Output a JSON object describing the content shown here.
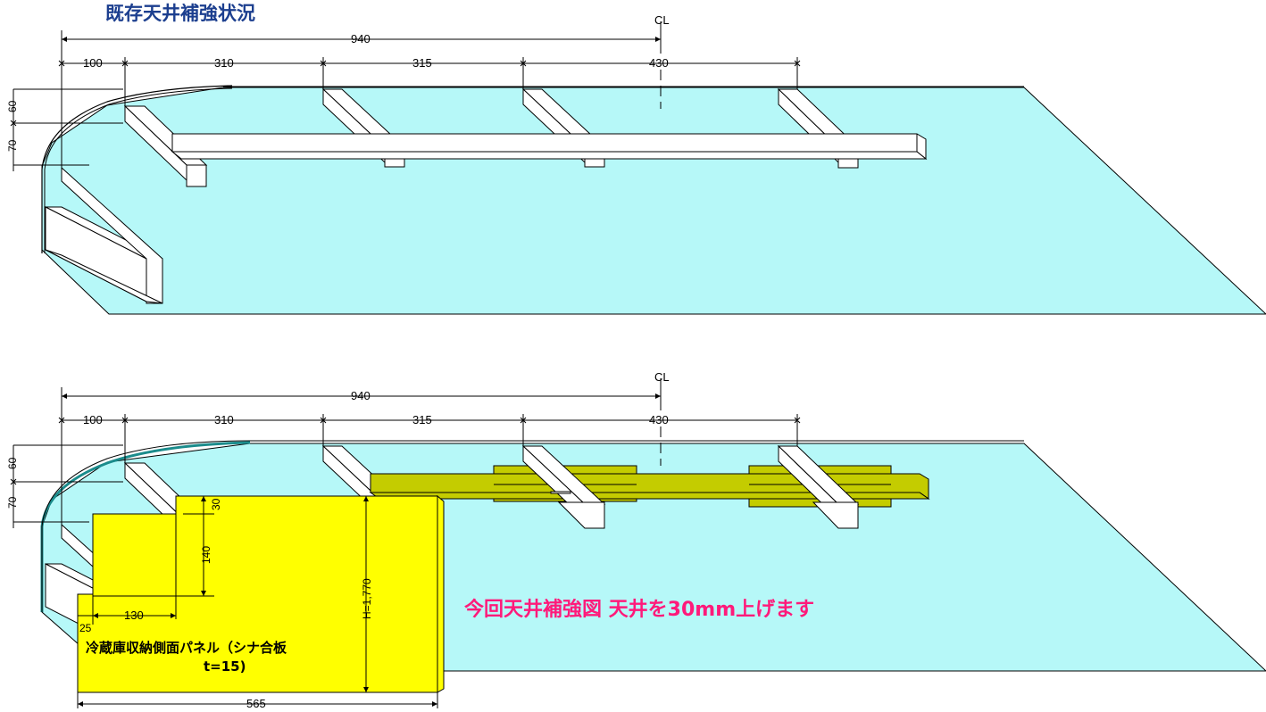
{
  "titles": {
    "existing": "既存天井補強状況",
    "new": "今回天井補強図 天井を30mm上げます"
  },
  "centerline": "CL",
  "dimensions": {
    "total": "940",
    "seg1": "100",
    "seg2": "310",
    "seg3": "315",
    "seg4": "430",
    "v60": "60",
    "v70": "70"
  },
  "panel": {
    "label_line1": "冷蔵庫収納側面パネル（シナ合板",
    "label_line2": "t=15)",
    "height": "H=1,770",
    "width": "565",
    "d30": "30",
    "d140": "140",
    "d130": "130",
    "d25": "25"
  },
  "colors": {
    "floor": "#b6f8f8",
    "panel": "#ffff00",
    "beam_new": "#c4cc00",
    "title_existing": "#1c3f8f",
    "title_new": "#ff1a7a"
  }
}
